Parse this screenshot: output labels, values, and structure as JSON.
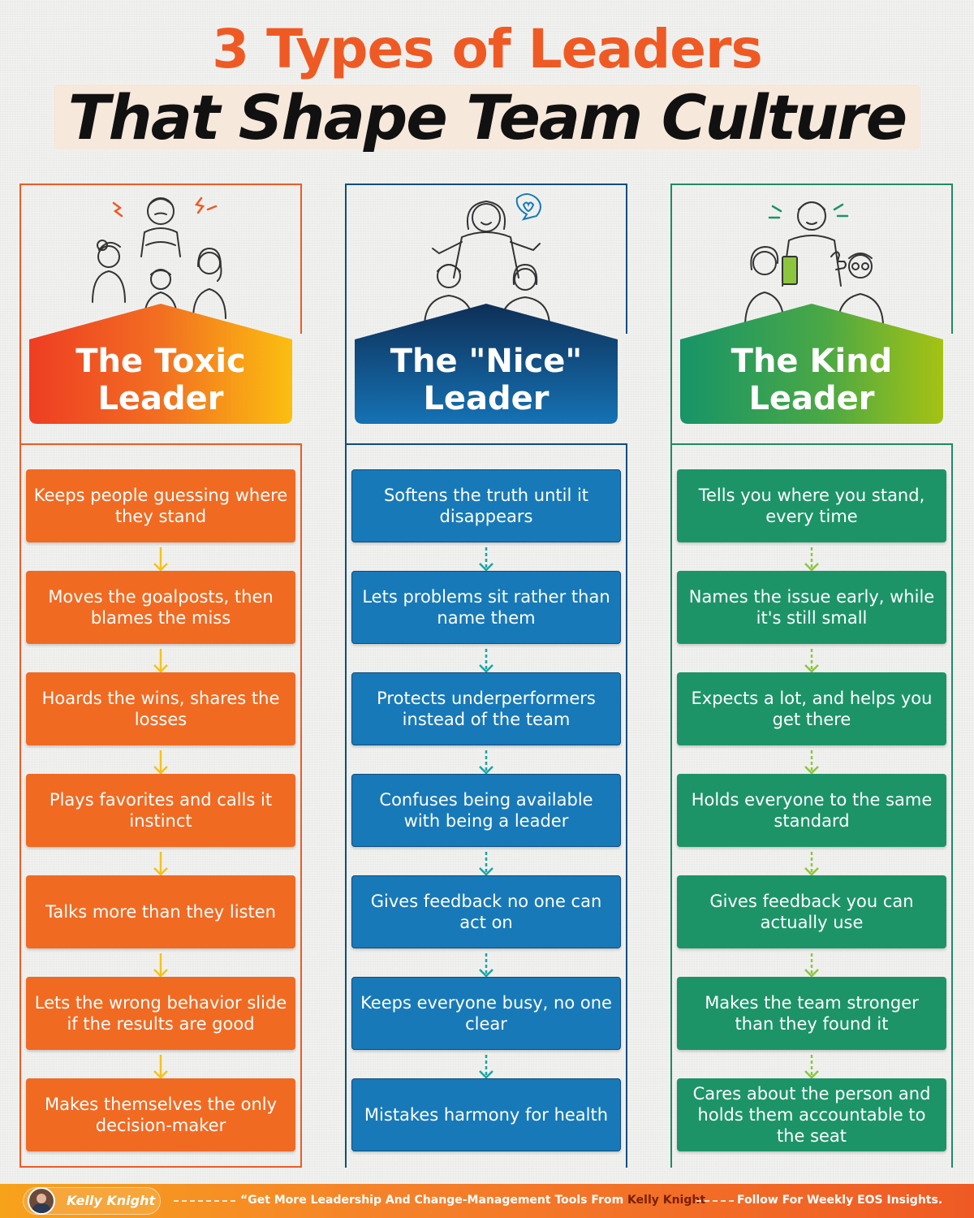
{
  "title": {
    "line1": "3 Types of Leaders",
    "line2": "That Shape Team Culture"
  },
  "colors": {
    "accent_orange": "#ef5a24",
    "toxic_card": "#f16a22",
    "nice_card": "#1779b8",
    "kind_card": "#1c9468",
    "arrow_yellow": "#f6c21a",
    "arrow_teal": "#1aa6a6",
    "arrow_green": "#8cc63f"
  },
  "columns": [
    {
      "id": "toxic",
      "label_line1": "The Toxic",
      "label_line2": "Leader",
      "illustration_icon": "angry-leader-with-worried-team-icon",
      "traits": [
        "Keeps people guessing where they stand",
        "Moves the goalposts, then blames the miss",
        "Hoards the wins, shares the losses",
        "Plays favorites and calls it instinct",
        "Talks more than they listen",
        "Lets the wrong behavior slide if the results are good",
        "Makes themselves the only decision-maker"
      ]
    },
    {
      "id": "nice",
      "label_line1": "The \"Nice\"",
      "label_line2": "Leader",
      "illustration_icon": "smiling-leader-with-heart-bubble-icon",
      "traits": [
        "Softens the truth until it disappears",
        "Lets problems sit rather than name them",
        "Protects underperformers instead of the team",
        "Confuses being available with being a leader",
        "Gives feedback no one can act on",
        "Keeps everyone busy, no one clear",
        "Mistakes harmony for health"
      ]
    },
    {
      "id": "kind",
      "label_line1": "The Kind",
      "label_line2": "Leader",
      "illustration_icon": "leader-giving-thumbs-up-to-team-icon",
      "traits": [
        "Tells you where you stand, every time",
        "Names the issue early, while it's still small",
        "Expects a lot, and helps you get there",
        "Holds everyone to the same standard",
        "Gives feedback you can actually use",
        "Makes the team stronger than they found it",
        "Cares about the person and holds them accountable to the seat"
      ]
    }
  ],
  "footer": {
    "author": "Kelly Knight",
    "quote_prefix": "“Get More Leadership And Change-Management Tools From ",
    "quote_name": "Kelly Knight",
    "follow": "Follow For Weekly EOS Insights."
  }
}
